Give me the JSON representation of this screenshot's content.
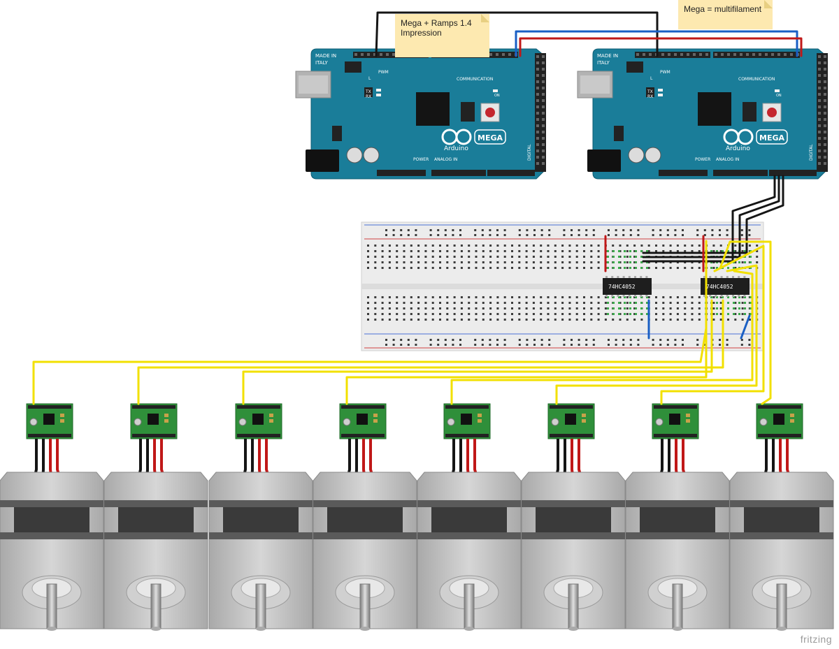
{
  "notes": {
    "left_line1": "Mega + Ramps 1.4",
    "left_line2": "Impression",
    "right": "Mega = multifilament"
  },
  "boards": {
    "made_in": "MADE IN",
    "italy": "ITALY",
    "brand": "Arduino",
    "model": "MEGA",
    "pwm": "PWM",
    "communication": "COMMUNICATION",
    "power": "POWER",
    "analog_in": "ANALOG IN",
    "digital": "DIGITAL",
    "tx": "TX",
    "rx": "RX",
    "l": "L",
    "on": "ON"
  },
  "breadboard": {
    "chip_label": "74HC4052"
  },
  "drivers": {
    "count": 8
  },
  "motors": {
    "count": 8
  },
  "watermark": "fritzing",
  "colors": {
    "board": "#1a7d99",
    "board_dark": "#0f5d73",
    "header": "#222222",
    "breadboard": "#ececec",
    "driver": "#2f8f3a",
    "motor_body": "#bdbdbd",
    "motor_dark": "#3a3a3a",
    "note": "#fde9b0",
    "wire_yellow": "#f2e000",
    "wire_red": "#c01818",
    "wire_black": "#151515",
    "wire_blue": "#1a5fc4"
  }
}
